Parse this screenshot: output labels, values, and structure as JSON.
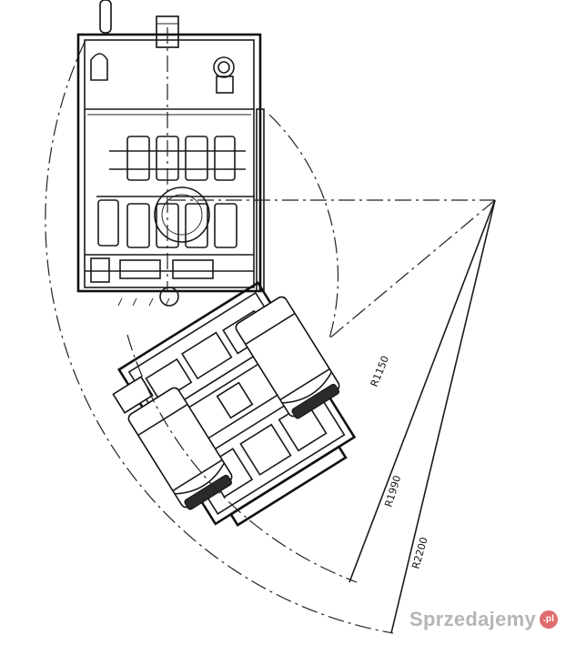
{
  "dimensions": {
    "r1150": "R1150",
    "r1990": "R1990",
    "r2200": "R2200"
  },
  "watermark": {
    "text": "Sprzedajemy",
    "badge": ".pl"
  },
  "colors": {
    "line": "#1a1a1a",
    "background": "#ffffff",
    "watermark_badge": "#d63c3c"
  }
}
